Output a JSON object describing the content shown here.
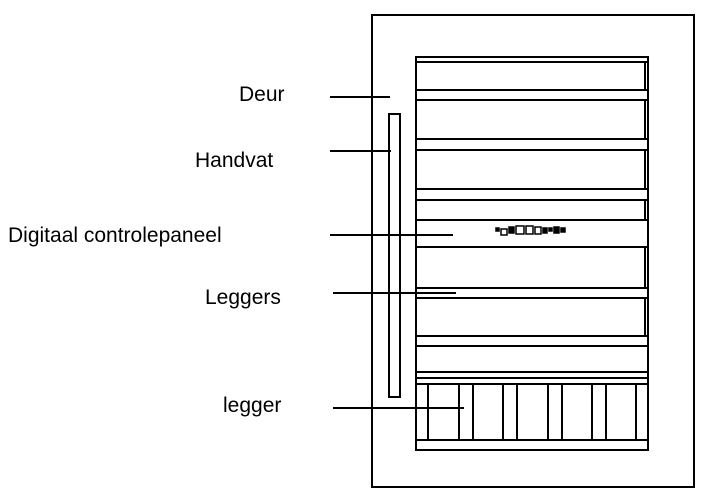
{
  "labels": {
    "deur": "Deur",
    "handvat": "Handvat",
    "digitaal_controlepaneel": "Digitaal controlepaneel",
    "leggers": "Leggers",
    "legger": "legger"
  },
  "colors": {
    "line": "#000000",
    "background": "#ffffff"
  },
  "icons": {
    "control_panel": "control-panel-buttons"
  }
}
